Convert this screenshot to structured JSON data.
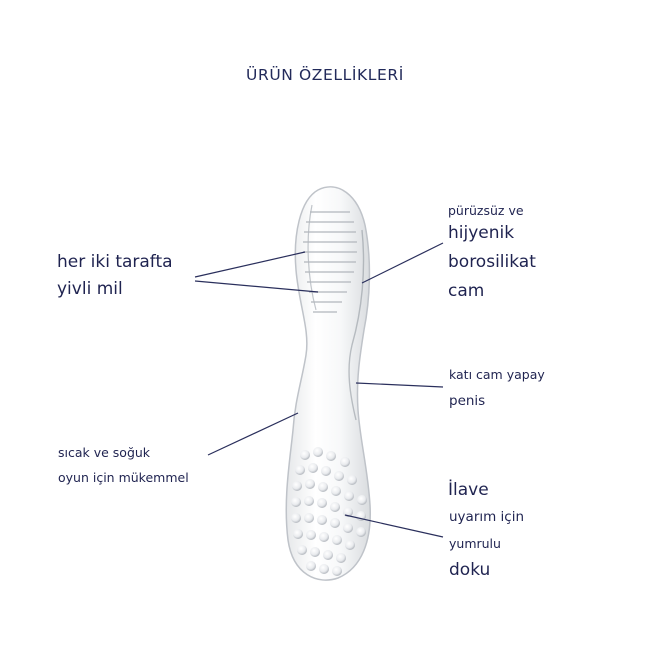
{
  "title": "ÜRÜN ÖZELLİKLERİ",
  "labels": {
    "grooved": {
      "line1": "her iki tarafta",
      "line2": "yivli mil"
    },
    "glass": {
      "line1": "pürüzsüz ve",
      "line2": "hijyenik",
      "line3": "borosilikat",
      "line4": "cam"
    },
    "solid": {
      "line1": "katı cam yapay",
      "line2": "penis"
    },
    "temp": {
      "line1": "sıcak ve soğuk",
      "line2": "oyun için mükemmel"
    },
    "texture": {
      "line1": "İlave",
      "line2": "uyarım için",
      "line3": "yumrulu",
      "line4": "doku"
    }
  },
  "colors": {
    "text": "#1f2350",
    "line": "#2a2f5c",
    "glass_edge": "#bfc3c9"
  }
}
